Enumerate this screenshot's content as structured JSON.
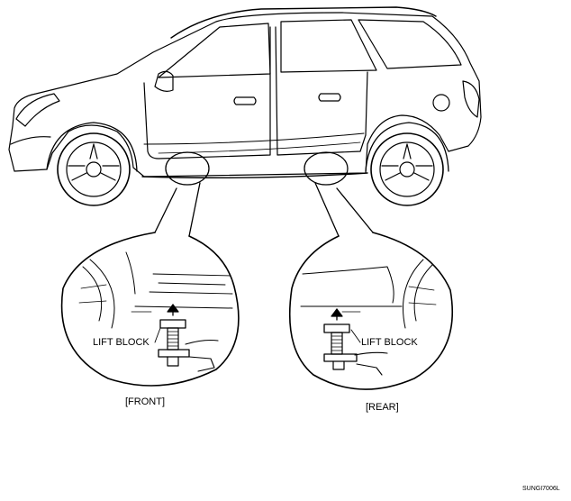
{
  "labels": {
    "front_lift_block": "LIFT BLOCK",
    "rear_lift_block": "LIFT BLOCK",
    "front_caption": "[FRONT]",
    "rear_caption": "[REAR]",
    "figure_code": "SUNGI7006L"
  }
}
